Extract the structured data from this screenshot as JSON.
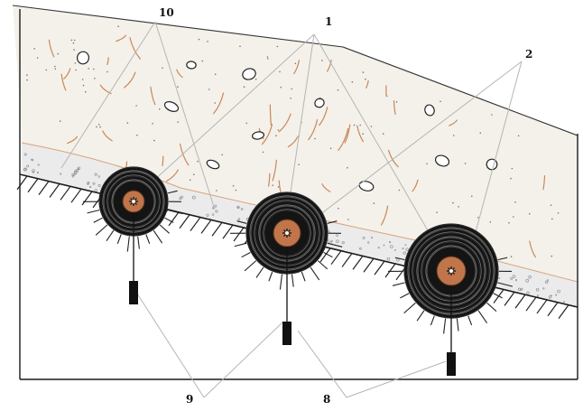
{
  "labels": {
    "label_10": "10",
    "label_1": "1",
    "label_2": "2",
    "label_9": "9",
    "label_8": "8"
  },
  "colors": {
    "soil_background": "#f4f1ea",
    "crack_lines": "#c9865a",
    "gravel_layer": "#ebebeb",
    "cable_rings": "#141414",
    "cable_core": "#c0754a",
    "hatching": "#222222",
    "leader_lines": "#b5b5b5"
  },
  "icons": {
    "cables": "cable-cross-section-icon",
    "weights": "weight-block-icon",
    "stones": "stone-icon"
  }
}
